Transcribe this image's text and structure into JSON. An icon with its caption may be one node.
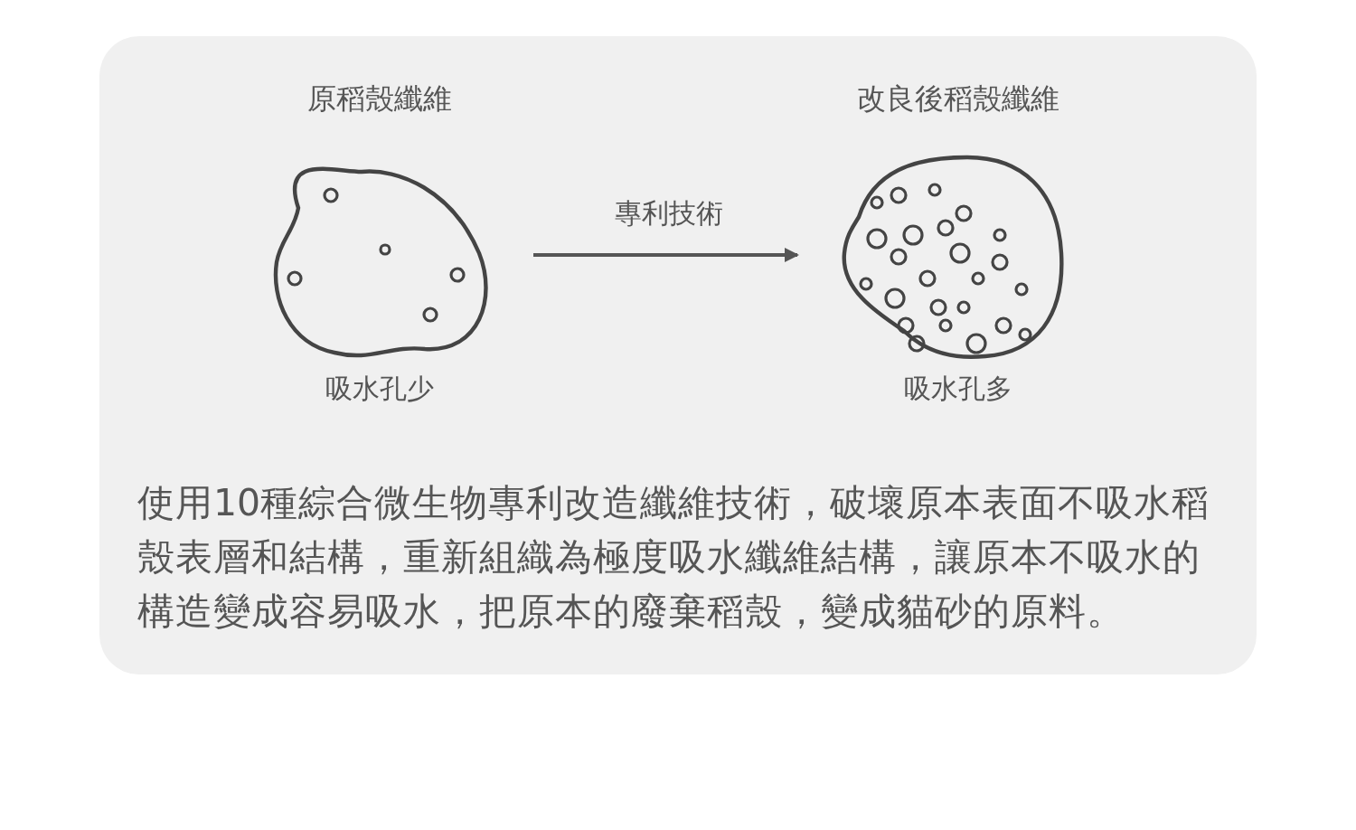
{
  "diagram": {
    "nodes": [
      {
        "text": [
          "原稻殼纖維"
        ],
        "beside": [
          "吸水孔少"
        ]
      },
      {
        "text": [
          "改良後稻殼纖維"
        ],
        "beside": [
          "吸水孔多"
        ]
      }
    ],
    "edges": [
      {
        "from": 0,
        "to": 1,
        "arrow": "to",
        "label": "專利技術"
      }
    ],
    "labels": [
      "使用10種綜合微生物專利改造纖維技術，破壞原本表面不吸水稻殼表層和結構，重新組織為極度吸水纖維結構，讓原本不吸水的構造變成容易吸水，把原本的廢棄稻殼，變成貓砂的原料。"
    ]
  }
}
